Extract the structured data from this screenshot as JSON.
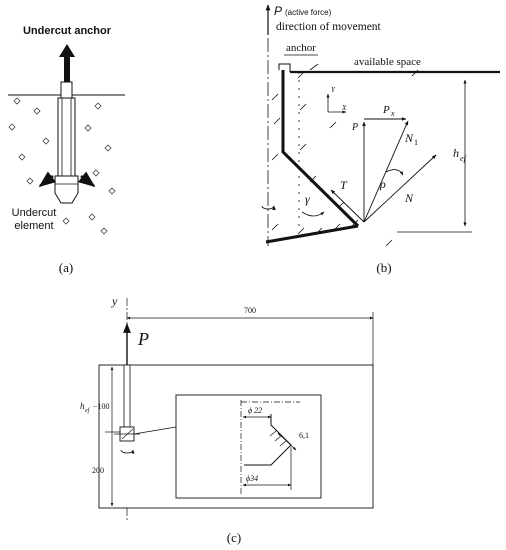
{
  "panel_a": {
    "caption": "(a)",
    "title": "Undercut anchor",
    "element_label_1": "Undercut",
    "element_label_2": "element"
  },
  "panel_b": {
    "caption": "(b)",
    "force_letter": "P",
    "force_note": "(active force)",
    "direction_label": "direction of movement",
    "anchor_label": "anchor",
    "space_label": "available space",
    "axis_y": "Y",
    "axis_x": "X",
    "p_vec": "P",
    "px_vec": "P",
    "px_sub": "x",
    "n1_vec": "N",
    "n1_sub": "1",
    "n_vec": "N",
    "t_vec": "T",
    "rho": "ρ",
    "gamma": "γ",
    "h_letter": "h",
    "h_sub": "ef"
  },
  "panel_c": {
    "caption": "(c)",
    "y_axis": "y",
    "force": "P",
    "width_dim": "700",
    "h_letter": "h",
    "h_sub": "ef",
    "h_suffix": "−100",
    "bottom_dim": "200",
    "d1": "ϕ 22",
    "d2": "6,1",
    "d3": "ϕ34"
  }
}
